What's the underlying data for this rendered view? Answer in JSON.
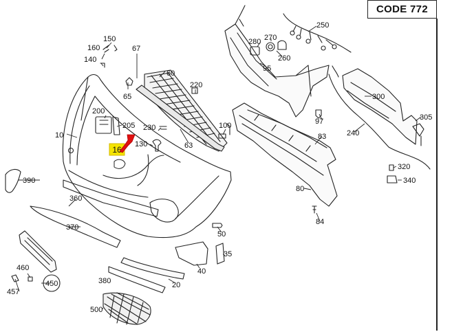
{
  "header": {
    "code_label": "CODE 772"
  },
  "highlight": {
    "part_number": "16",
    "box_color": "#f5e400",
    "arrow_color": "#e01010"
  },
  "callouts": [
    {
      "id": "150",
      "label": "150"
    },
    {
      "id": "160",
      "label": "160"
    },
    {
      "id": "140",
      "label": "140"
    },
    {
      "id": "67",
      "label": "67"
    },
    {
      "id": "60",
      "label": "60"
    },
    {
      "id": "65",
      "label": "65"
    },
    {
      "id": "220",
      "label": "220"
    },
    {
      "id": "10",
      "label": "10"
    },
    {
      "id": "200",
      "label": "200"
    },
    {
      "id": "205",
      "label": "205"
    },
    {
      "id": "230",
      "label": "230"
    },
    {
      "id": "130",
      "label": "130"
    },
    {
      "id": "63",
      "label": "63"
    },
    {
      "id": "100",
      "label": "100"
    },
    {
      "id": "390",
      "label": "390"
    },
    {
      "id": "360",
      "label": "360"
    },
    {
      "id": "370",
      "label": "370"
    },
    {
      "id": "460",
      "label": "460"
    },
    {
      "id": "457",
      "label": "457"
    },
    {
      "id": "450",
      "label": "450"
    },
    {
      "id": "380",
      "label": "380"
    },
    {
      "id": "20",
      "label": "20"
    },
    {
      "id": "500",
      "label": "500"
    },
    {
      "id": "40",
      "label": "40"
    },
    {
      "id": "35",
      "label": "35"
    },
    {
      "id": "50",
      "label": "50"
    },
    {
      "id": "250",
      "label": "250"
    },
    {
      "id": "270",
      "label": "270"
    },
    {
      "id": "280",
      "label": "280"
    },
    {
      "id": "260",
      "label": "260"
    },
    {
      "id": "95",
      "label": "95"
    },
    {
      "id": "300",
      "label": "300"
    },
    {
      "id": "97",
      "label": "97"
    },
    {
      "id": "305",
      "label": "305"
    },
    {
      "id": "240",
      "label": "240"
    },
    {
      "id": "83",
      "label": "83"
    },
    {
      "id": "80",
      "label": "80"
    },
    {
      "id": "84",
      "label": "84"
    },
    {
      "id": "320",
      "label": "320"
    },
    {
      "id": "340",
      "label": "340"
    }
  ]
}
